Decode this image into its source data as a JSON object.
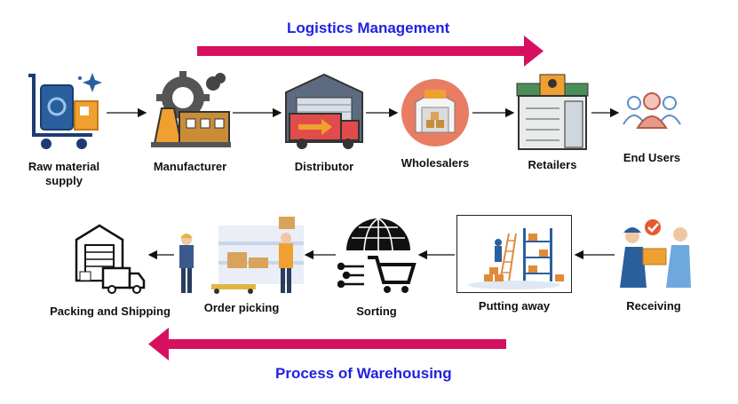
{
  "top_title": "Logistics Management",
  "bottom_title": "Process of Warehousing",
  "logistics_chain": [
    {
      "label_lines": [
        "Raw material",
        "supply"
      ],
      "icon": "raw-material-cart-icon"
    },
    {
      "label_lines": [
        "Manufacturer"
      ],
      "icon": "factory-gear-icon"
    },
    {
      "label_lines": [
        "Distributor"
      ],
      "icon": "warehouse-truck-icon"
    },
    {
      "label_lines": [
        "Wholesalers"
      ],
      "icon": "wholesale-store-icon"
    },
    {
      "label_lines": [
        "Retailers"
      ],
      "icon": "retail-shop-icon"
    },
    {
      "label_lines": [
        "End Users"
      ],
      "icon": "users-group-icon"
    }
  ],
  "warehousing_chain": [
    {
      "label_lines": [
        "Receiving"
      ],
      "icon": "delivery-handover-icon"
    },
    {
      "label_lines": [
        "Putting away"
      ],
      "icon": "shelving-ladder-icon"
    },
    {
      "label_lines": [
        "Sorting"
      ],
      "icon": "globe-cart-icon"
    },
    {
      "label_lines": [
        "Order picking"
      ],
      "icon": "order-picking-workers-icon"
    },
    {
      "label_lines": [
        "Packing and Shipping"
      ],
      "icon": "warehouse-van-icon"
    }
  ],
  "colors": {
    "title": "#2121e0",
    "big_arrow": "#d6105f",
    "flow_arrow": "#111111",
    "icon_blue": "#2a5f9e",
    "icon_orange": "#f0a030",
    "icon_red": "#e24b4b"
  }
}
